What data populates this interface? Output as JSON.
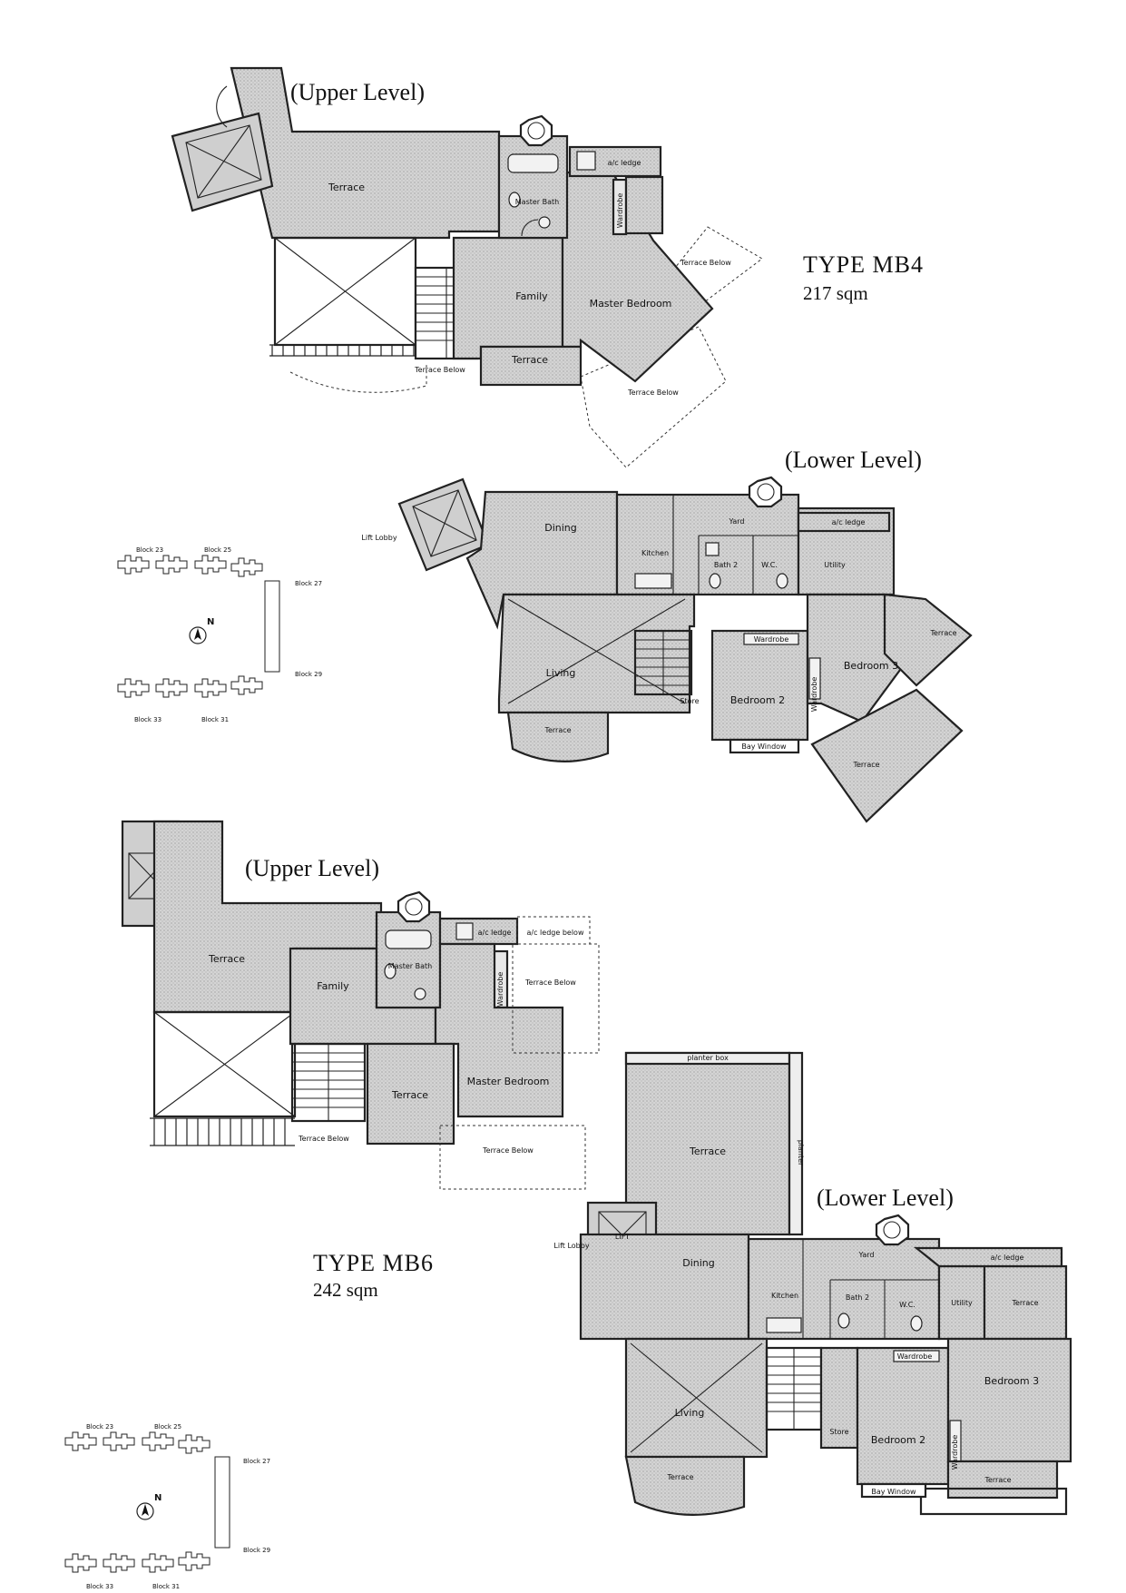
{
  "mb4": {
    "upper": {
      "level_label": "(Upper Level)",
      "rooms": {
        "terrace": "Terrace",
        "master_bath": "Master Bath",
        "ac_ledge": "a/c ledge",
        "wardrobe": "Wardrobe",
        "family": "Family",
        "master_bedroom": "Master Bedroom",
        "terrace_below_right": "Terrace Below",
        "terrace_front": "Terrace",
        "terrace_below_front": "Terrace Below",
        "terrace_below_bottom": "Terrace Below"
      }
    },
    "type_label": "TYPE MB4",
    "area_label": "217 sqm",
    "lower": {
      "level_label": "(Lower Level)",
      "rooms": {
        "lift_lobby": "Lift Lobby",
        "dining": "Dining",
        "kitchen": "Kitchen",
        "yard": "Yard",
        "ac_ledge": "a/c ledge",
        "bath2": "Bath 2",
        "wc": "W.C.",
        "utility": "Utility",
        "living": "Living",
        "store": "Store",
        "wardrobe_top": "Wardrobe",
        "wardrobe_side": "Wardrobe",
        "bedroom2": "Bedroom 2",
        "bedroom3": "Bedroom 3",
        "terrace_right": "Terrace",
        "terrace_front": "Terrace",
        "terrace_bottom": "Terrace",
        "bay_window": "Bay Window"
      }
    },
    "key_plan": {
      "blocks": [
        "Block 23",
        "Block 25",
        "Block 27",
        "Block 29",
        "Block 31",
        "Block 33"
      ],
      "north": "N"
    }
  },
  "mb6": {
    "upper": {
      "level_label": "(Upper Level)",
      "rooms": {
        "terrace": "Terrace",
        "family": "Family",
        "master_bath": "Master Bath",
        "ac_ledge": "a/c ledge",
        "ac_ledge_below": "a/c ledge below",
        "wardrobe": "Wardrobe",
        "terrace_below_right": "Terrace Below",
        "master_bedroom": "Master Bedroom",
        "terrace_center": "Terrace",
        "terrace_below_left": "Terrace Below",
        "terrace_below_bottom": "Terrace Below"
      }
    },
    "type_label": "TYPE MB6",
    "area_label": "242 sqm",
    "lower": {
      "level_label": "(Lower Level)",
      "rooms": {
        "planter_box": "planter box",
        "planter": "planter",
        "terrace_top": "Terrace",
        "lift_lobby": "Lift Lobby",
        "lift": "LIFT",
        "dining": "Dining",
        "yard": "Yard",
        "ac_ledge": "a/c ledge",
        "kitchen": "Kitchen",
        "bath2": "Bath 2",
        "wc": "W.C.",
        "utility": "Utility",
        "terrace_right": "Terrace",
        "living": "Living",
        "store": "Store",
        "wardrobe_top": "Wardrobe",
        "wardrobe_side": "Wardrobe",
        "bedroom2": "Bedroom 2",
        "bedroom3": "Bedroom 3",
        "terrace_front": "Terrace",
        "terrace_bottom": "Terrace",
        "bay_window": "Bay Window"
      }
    },
    "key_plan": {
      "blocks": [
        "Block 23",
        "Block 25",
        "Block 27",
        "Block 29",
        "Block 31",
        "Block 33"
      ],
      "north": "N"
    }
  }
}
